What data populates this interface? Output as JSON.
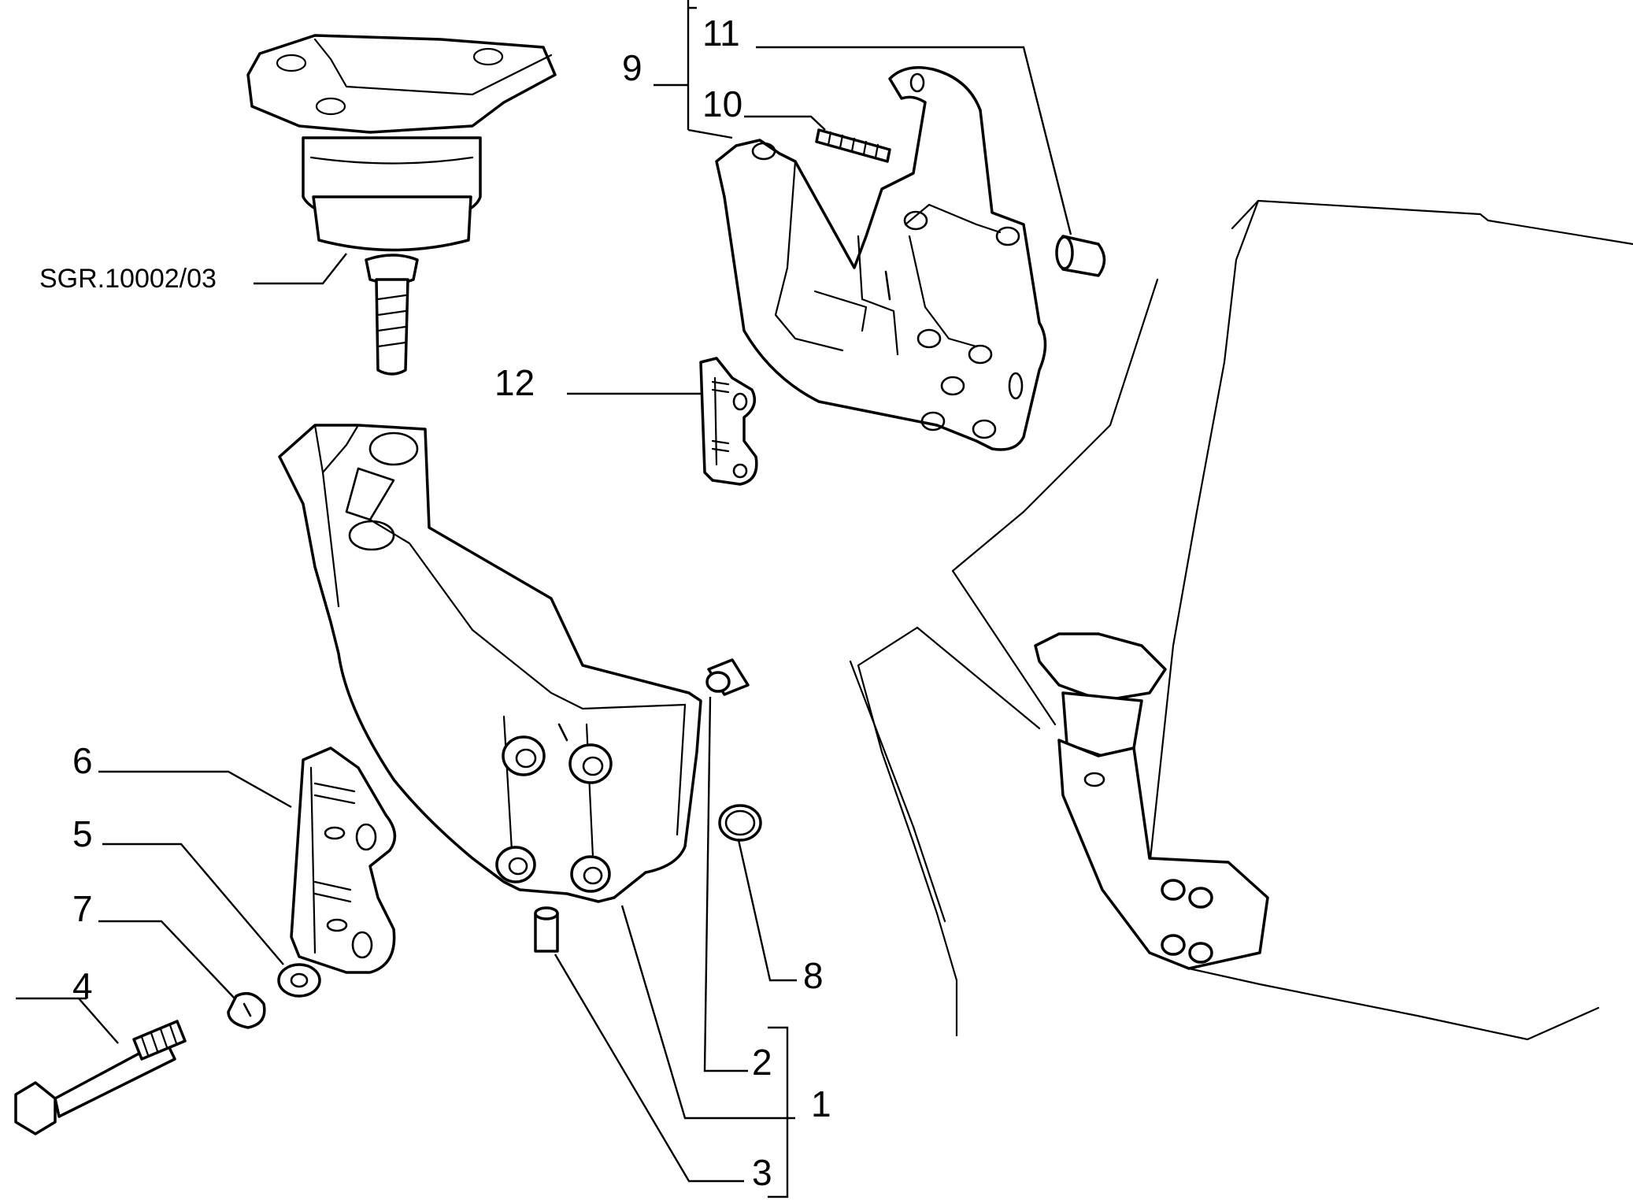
{
  "reference_label": "SGR.10002/03",
  "callouts": {
    "c1": "1",
    "c2": "2",
    "c3": "3",
    "c4": "4",
    "c5": "5",
    "c6": "6",
    "c7": "7",
    "c8": "8",
    "c9": "9",
    "c10": "10",
    "c11": "11",
    "c12": "12"
  }
}
